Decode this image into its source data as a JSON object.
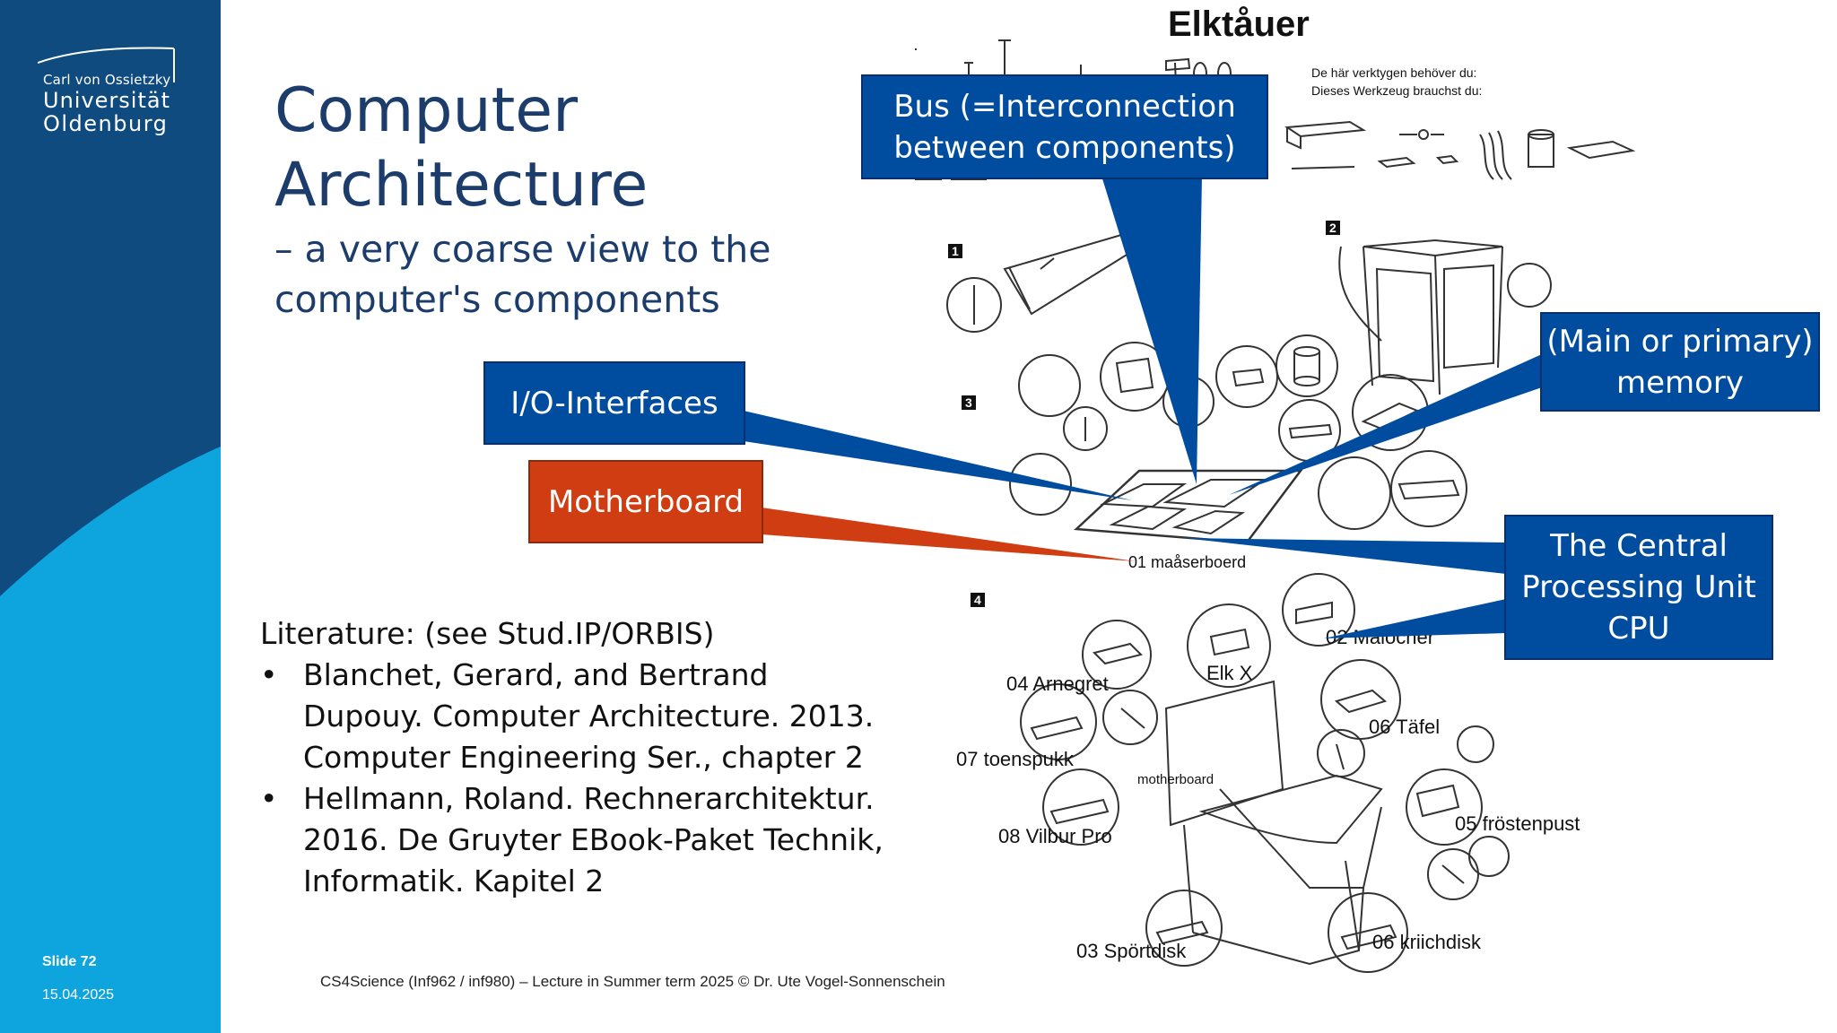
{
  "sidebar": {
    "logo": {
      "line1": "Carl von Ossietzky",
      "line2": "Universität",
      "line3": "Oldenburg"
    },
    "slide_number": "Slide 72",
    "date": "15.04.2025",
    "colors": {
      "dark": "#0f4b7f",
      "light": "#0ea5de"
    }
  },
  "slide": {
    "title_line1": "Computer",
    "title_line2": "Architecture",
    "subtitle_line1": "– a very coarse view to the",
    "subtitle_line2": "computer's  components",
    "literature": {
      "heading": "Literature: (see Stud.IP/ORBIS)",
      "items": [
        "Blanchet, Gerard, and Bertrand Dupouy. Computer Architecture. 2013. Computer Engineering Ser., chapter 2",
        "Hellmann, Roland. Rechnerarchitektur. 2016. De Gruyter EBook-Paket Technik, Informatik. Kapitel 2"
      ]
    },
    "footer": "CS4Science (Inf962 / inf980) – Lecture in Summer term 2025 © Dr. Ute Vogel-Sonnenschein"
  },
  "callouts": {
    "bus_line1": "Bus (=Interconnection",
    "bus_line2": "between components)",
    "io": "I/O-Interfaces",
    "motherboard": "Motherboard",
    "memory_line1": "(Main or primary)",
    "memory_line2": "memory",
    "cpu_line1": "The Central",
    "cpu_line2": "Processing Unit",
    "cpu_line3": "CPU",
    "colors": {
      "blue": "#004c9f",
      "orange": "#d03d12"
    }
  },
  "illustration": {
    "title": "Elktåuer",
    "tools_line1": "De här verktygen behöver du:",
    "tools_line2": "Dieses Werkzeug brauchst du:",
    "steps": [
      "1",
      "2",
      "3",
      "4"
    ],
    "part_labels": {
      "p01": "01 maåserboerd",
      "p02": "02 Malocher",
      "p03": "03 Spörtdisk",
      "p04": "04 Arnegret",
      "p05": "05 fröstenpust",
      "p06a": "06 Täfel",
      "p06b": "06 kriichdisk",
      "p07": "07 toenspukk",
      "p08": "08 Vilbur Pro",
      "elkx": "Elk X",
      "mb": "motherboard"
    }
  }
}
